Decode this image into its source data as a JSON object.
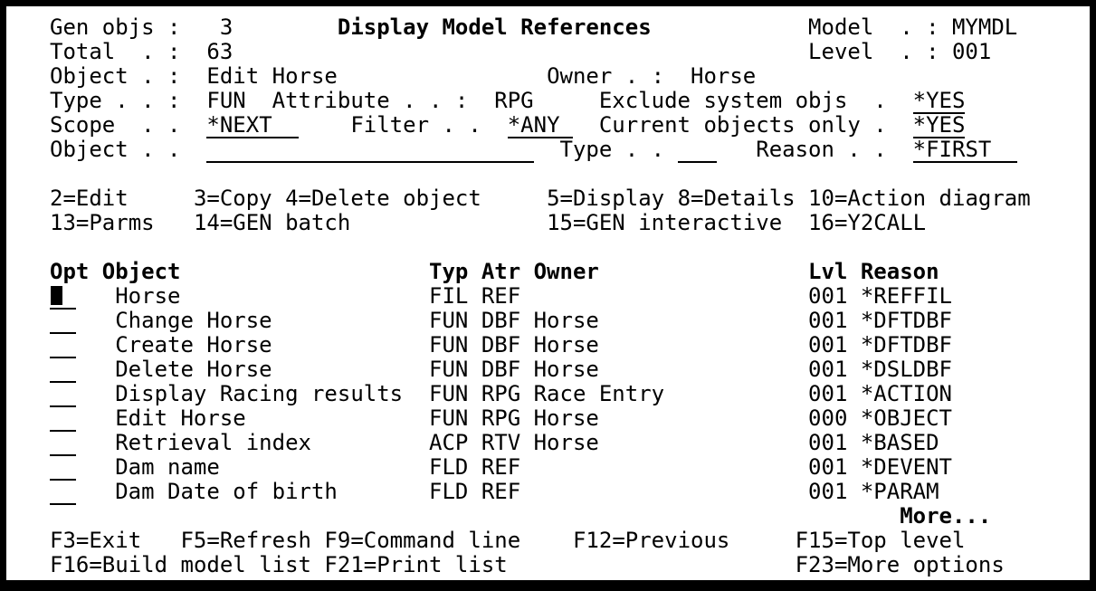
{
  "screen_title": "Display Model References",
  "colors": {
    "foreground": "#000000",
    "background": "#ffffff"
  },
  "header": {
    "gen_objs": {
      "label": "Gen objs :",
      "value": "3"
    },
    "total": {
      "label": "Total  . :",
      "value": "63"
    },
    "model": {
      "label": "Model  . :",
      "value": "MYMDL"
    },
    "level": {
      "label": "Level  . :",
      "value": "001"
    },
    "object": {
      "label": "Object . :",
      "value": "Edit Horse"
    },
    "owner": {
      "label": "Owner . :",
      "value": "Horse"
    },
    "type": {
      "label": "Type . . :",
      "value": "FUN"
    },
    "attribute": {
      "label": "Attribute . . :",
      "value": "RPG"
    },
    "exclude_system_objs": {
      "label": "Exclude system objs  .",
      "value": "*YES"
    },
    "scope": {
      "label": "Scope  . .",
      "value": "*NEXT"
    },
    "filter": {
      "label": "Filter . .",
      "value": "*ANY"
    },
    "current_objects_only": {
      "label": "Current objects only .",
      "value": "*YES"
    },
    "position_to_object": {
      "label": "Object . .",
      "value": ""
    },
    "position_to_type": {
      "label": "Type . .",
      "value": ""
    },
    "reason": {
      "label": "Reason . .",
      "value": "*FIRST"
    }
  },
  "options_row1": [
    "2=Edit",
    "3=Copy",
    "4=Delete object",
    "5=Display",
    "8=Details",
    "10=Action diagram"
  ],
  "options_row2": [
    "13=Parms",
    "14=GEN batch",
    "15=GEN interactive",
    "16=Y2CALL"
  ],
  "table": {
    "headers": {
      "opt": "Opt",
      "object": "Object",
      "typ": "Typ",
      "atr": "Atr",
      "owner": "Owner",
      "lvl": "Lvl",
      "reason": "Reason"
    },
    "cursor_row": 0,
    "rows": [
      {
        "opt": "",
        "object": "Horse",
        "typ": "FIL",
        "atr": "REF",
        "owner": "",
        "lvl": "001",
        "reason": "*REFFIL"
      },
      {
        "opt": "",
        "object": "Change Horse",
        "typ": "FUN",
        "atr": "DBF",
        "owner": "Horse",
        "lvl": "001",
        "reason": "*DFTDBF"
      },
      {
        "opt": "",
        "object": "Create Horse",
        "typ": "FUN",
        "atr": "DBF",
        "owner": "Horse",
        "lvl": "001",
        "reason": "*DFTDBF"
      },
      {
        "opt": "",
        "object": "Delete Horse",
        "typ": "FUN",
        "atr": "DBF",
        "owner": "Horse",
        "lvl": "001",
        "reason": "*DSLDBF"
      },
      {
        "opt": "",
        "object": "Display Racing results",
        "typ": "FUN",
        "atr": "RPG",
        "owner": "Race Entry",
        "lvl": "001",
        "reason": "*ACTION"
      },
      {
        "opt": "",
        "object": "Edit Horse",
        "typ": "FUN",
        "atr": "RPG",
        "owner": "Horse",
        "lvl": "000",
        "reason": "*OBJECT"
      },
      {
        "opt": "",
        "object": "Retrieval index",
        "typ": "ACP",
        "atr": "RTV",
        "owner": "Horse",
        "lvl": "001",
        "reason": "*BASED"
      },
      {
        "opt": "",
        "object": "Dam name",
        "typ": "FLD",
        "atr": "REF",
        "owner": "",
        "lvl": "001",
        "reason": "*DEVENT"
      },
      {
        "opt": "",
        "object": "Dam Date of birth",
        "typ": "FLD",
        "atr": "REF",
        "owner": "",
        "lvl": "001",
        "reason": "*PARAM"
      }
    ]
  },
  "more_indicator": "More...",
  "function_keys_row1": [
    "F3=Exit",
    "F5=Refresh",
    "F9=Command line",
    "F12=Previous",
    "F15=Top level"
  ],
  "function_keys_row2": [
    "F16=Build model list",
    "F21=Print list",
    "F23=More options"
  ]
}
